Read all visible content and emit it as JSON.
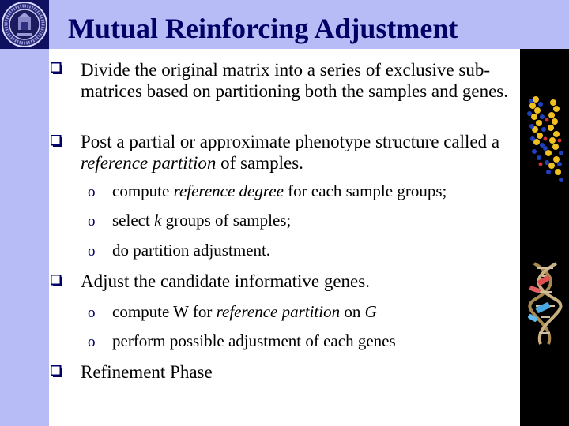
{
  "slide": {
    "title": "Mutual Reinforcing Adjustment",
    "bullets": [
      {
        "text": "Divide the original matrix into a series of exclusive sub-matrices based on partitioning both the samples and genes."
      },
      {
        "pre": "Post a partial or approximate phenotype structure called a ",
        "em": "reference partition",
        "post": " of samples."
      },
      {
        "text": "Adjust the candidate informative genes."
      },
      {
        "text": "Refinement Phase"
      }
    ],
    "sub_bullets_1": [
      {
        "mark": "o",
        "pre": "compute ",
        "em": "reference degree",
        "post": " for each sample groups;"
      },
      {
        "mark": "o",
        "pre": "select ",
        "em": "k",
        "post": " groups of samples;"
      },
      {
        "mark": "o",
        "pre": "do partition adjustment.",
        "em": "",
        "post": ""
      }
    ],
    "sub_bullets_2": [
      {
        "mark": "o",
        "pre": "compute W for ",
        "em": "reference partition",
        "mid": " on ",
        "em2": "G"
      },
      {
        "mark": "o",
        "pre": "perform possible adjustment of each genes"
      }
    ]
  },
  "colors": {
    "band": "#b8bcf6",
    "title": "#000066",
    "right_band": "#000000",
    "bullet": "#000066"
  },
  "icons": [
    "university-seal-icon",
    "checkbox-bullet-icon",
    "protein-structure-icon",
    "dna-helix-icon"
  ]
}
